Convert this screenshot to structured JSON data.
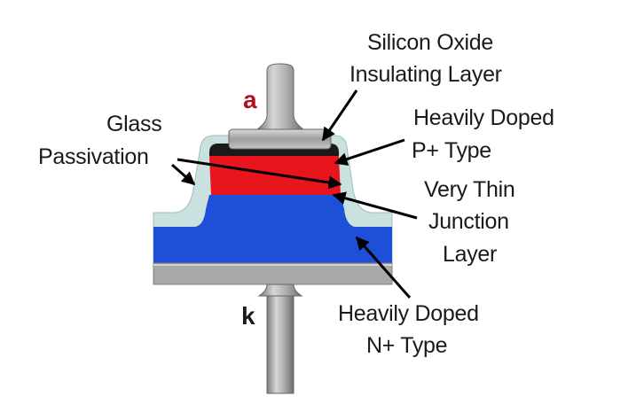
{
  "terminals": {
    "anode": "a",
    "cathode": "k"
  },
  "labels": {
    "silicon_oxide_line1": "Silicon Oxide",
    "silicon_oxide_line2": "Insulating Layer",
    "glass_line1": "Glass",
    "glass_line2": "Passivation",
    "p_type_line1": "Heavily Doped",
    "p_type_line2": "P+ Type",
    "junction_line1": "Very Thin",
    "junction_line2": "Junction",
    "junction_line3": "Layer",
    "n_type_line1": "Heavily Doped",
    "n_type_line2": "N+ Type"
  },
  "colors": {
    "p_region": "#e8141e",
    "n_region": "#1e4fd8",
    "glass": "#c9e2e0",
    "metal": "#a9a9a9",
    "oxide": "#1a1a1a",
    "anode_label": "#b01020",
    "cathode_label": "#1a1a1a"
  }
}
